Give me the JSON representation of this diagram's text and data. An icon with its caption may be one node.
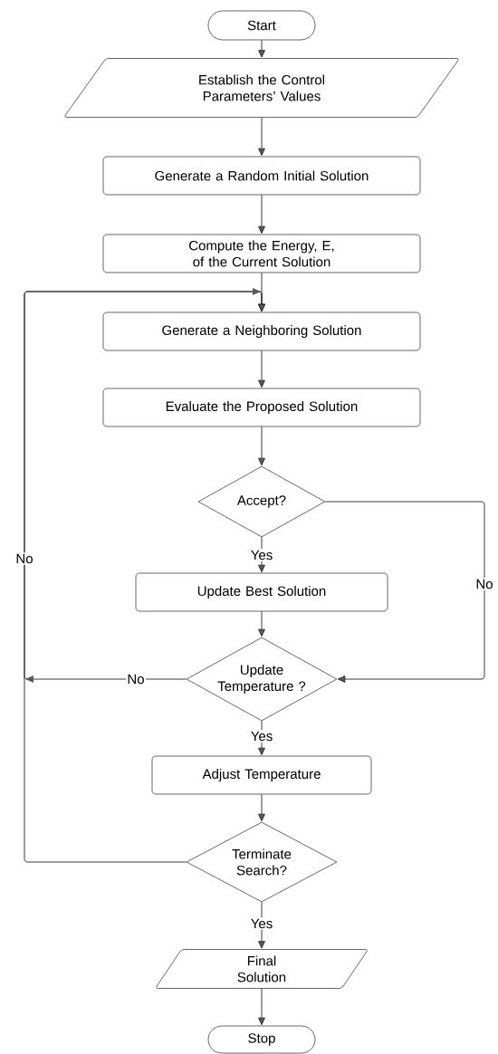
{
  "diagram": {
    "nodes": [
      {
        "text": [
          "Start"
        ]
      },
      {
        "text": [
          "Establish the Control Parameters’ Values"
        ]
      },
      {
        "text": [
          "Generate a Random Initial Solution"
        ]
      },
      {
        "text": [
          "Compute the Energy, E, of the Current Solution"
        ]
      },
      {
        "text": [
          "Generate a Neighboring Solution"
        ]
      },
      {
        "text": [
          "Evaluate the Proposed Solution"
        ]
      },
      {
        "text": [
          "Accept?"
        ]
      },
      {
        "text": [
          "Update Best Solution"
        ]
      },
      {
        "text": [
          "Update Temperature ?"
        ]
      },
      {
        "text": [
          "Adjust Temperature"
        ]
      },
      {
        "text": [
          "Terminate Search?"
        ]
      },
      {
        "text": [
          "Final Solution"
        ]
      },
      {
        "text": [
          "Stop"
        ]
      }
    ],
    "edges": [
      {
        "from": 0,
        "to": 1,
        "arrow": "to"
      },
      {
        "from": 1,
        "to": 2,
        "arrow": "to"
      },
      {
        "from": 2,
        "to": 3,
        "arrow": "to"
      },
      {
        "from": 3,
        "to": 4,
        "arrow": "to"
      },
      {
        "from": 4,
        "to": 5,
        "arrow": "to"
      },
      {
        "from": 5,
        "to": 6,
        "arrow": "to"
      },
      {
        "from": 6,
        "to": 7,
        "arrow": "to",
        "label": "Yes"
      },
      {
        "from": 7,
        "to": 8,
        "arrow": "to"
      },
      {
        "from": 6,
        "to": 8,
        "arrow": "to",
        "label": "No"
      },
      {
        "from": 8,
        "to": 4,
        "arrow": "to",
        "label": "No"
      },
      {
        "from": 8,
        "to": 9,
        "arrow": "to",
        "label": "Yes"
      },
      {
        "from": 9,
        "to": 10,
        "arrow": "to"
      },
      {
        "from": 10,
        "to": 4,
        "arrow": "to",
        "label": "No"
      },
      {
        "from": 10,
        "to": 11,
        "arrow": "to",
        "label": "Yes"
      },
      {
        "from": 11,
        "to": 12,
        "arrow": "to"
      }
    ]
  }
}
